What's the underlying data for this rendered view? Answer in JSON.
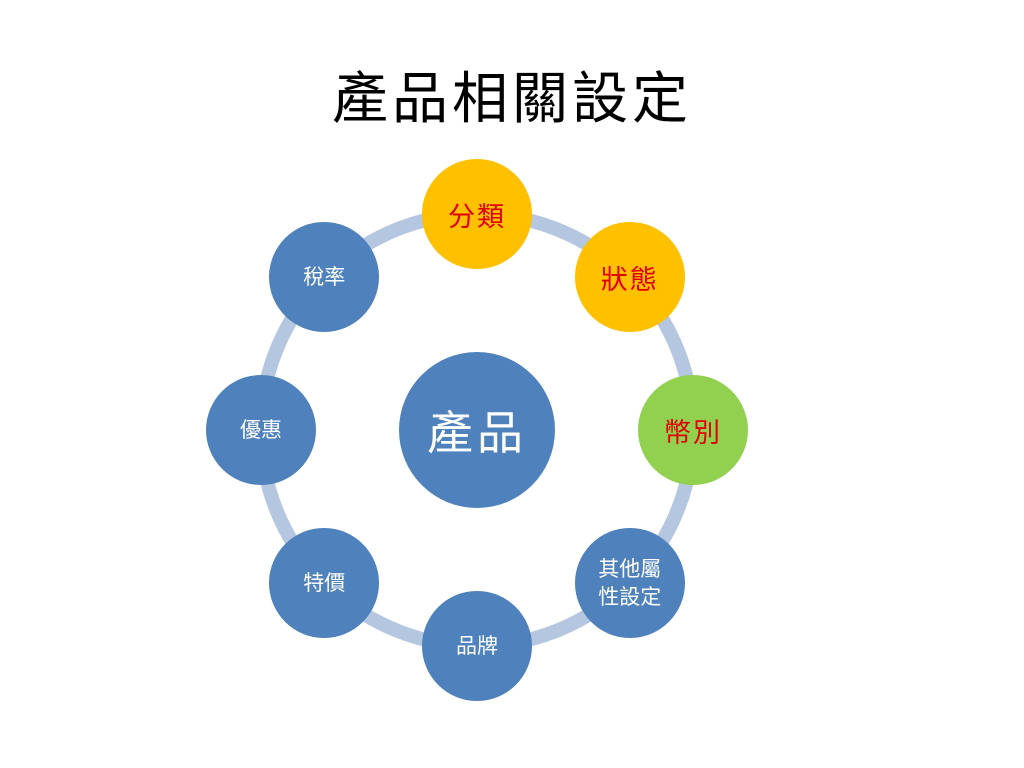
{
  "title": "產品相關設定",
  "colors": {
    "node_blue": "#4f81bd",
    "node_yellow": "#ffc000",
    "node_green": "#92d050",
    "connector": "#b4c6e0",
    "highlight_text": "#e00000"
  },
  "center": {
    "label": "產品"
  },
  "nodes": [
    {
      "id": "fenlei",
      "label": "分類",
      "color": "#ffc000",
      "highlight": true
    },
    {
      "id": "zhuangtai",
      "label": "狀態",
      "color": "#ffc000",
      "highlight": true
    },
    {
      "id": "bibie",
      "label": "幣別",
      "color": "#92d050",
      "highlight": true
    },
    {
      "id": "qita",
      "label": "其他屬\n性設定",
      "color": "#4f81bd",
      "highlight": false
    },
    {
      "id": "pinpai",
      "label": "品牌",
      "color": "#4f81bd",
      "highlight": false
    },
    {
      "id": "tejia",
      "label": "特價",
      "color": "#4f81bd",
      "highlight": false
    },
    {
      "id": "youhui",
      "label": "優惠",
      "color": "#4f81bd",
      "highlight": false
    },
    {
      "id": "shuilv",
      "label": "稅率",
      "color": "#4f81bd",
      "highlight": false
    }
  ]
}
